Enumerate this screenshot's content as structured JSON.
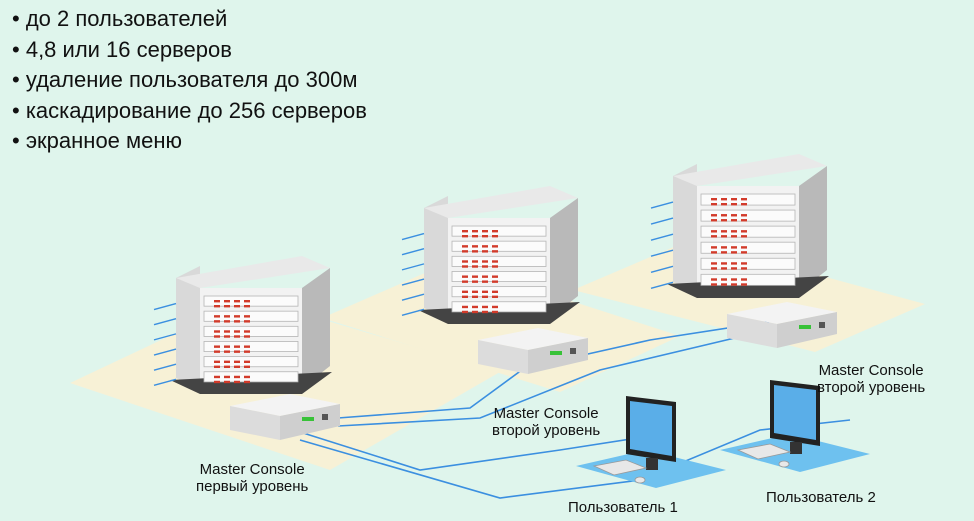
{
  "features": [
    "до 2 пользователей",
    "4,8 или 16 серверов",
    "удаление пользователя до 300м",
    "каскадирование до 256 серверов",
    "экранное меню"
  ],
  "consoles": [
    {
      "name": "Master Console",
      "level": "первый уровень"
    },
    {
      "name": "Master Console",
      "level": "второй уровень"
    },
    {
      "name": "Master Console",
      "level": "второй уровень"
    }
  ],
  "users": [
    "Пользователь 1",
    "Пользователь 2"
  ],
  "colors": {
    "background": "#dff5ec",
    "floor": "#f7f1d6",
    "cable": "#3b8fe0",
    "server_front": "#f2f2f2",
    "server_side": "#b9b9b9",
    "led": "#d23b2b",
    "monitor_screen": "#5aaee8",
    "mat": "#6ec1ef"
  }
}
